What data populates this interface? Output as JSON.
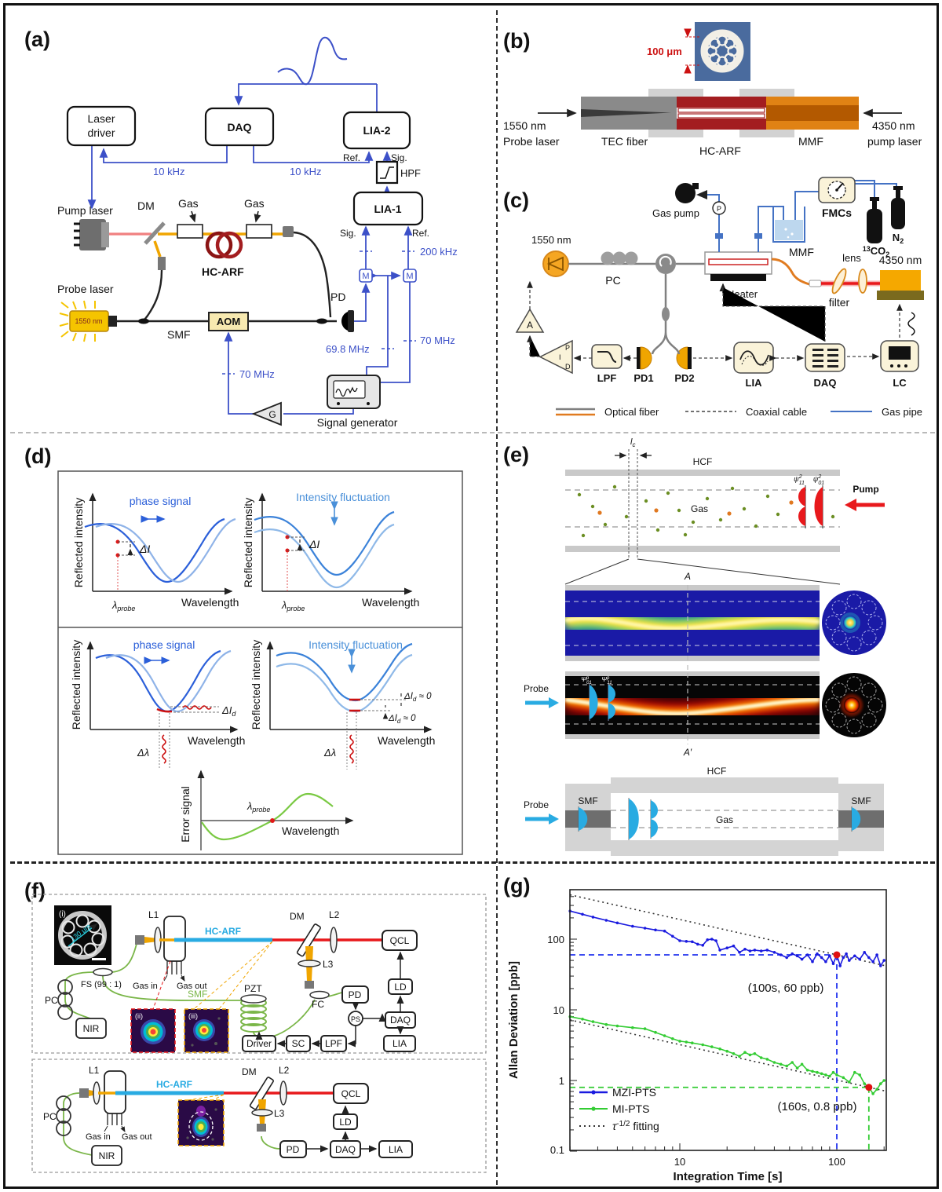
{
  "panel_a": {
    "tag": "(a)",
    "laser_driver_1": "Laser",
    "laser_driver_2": "driver",
    "daq": "DAQ",
    "lia2": "LIA-2",
    "hpf": "HPF",
    "lia1": "LIA-1",
    "ref": "Ref.",
    "sig": "Sig.",
    "khz10_left": "10 kHz",
    "khz10_right": "10 kHz",
    "khz200": "200 kHz",
    "mhz70_right": "70 MHz",
    "mhz70_left": "70 MHz",
    "mhz698": "69.8 MHz",
    "pump_laser": "Pump laser",
    "dm": "DM",
    "gas1": "Gas",
    "gas2": "Gas",
    "hc_arf": "HC-ARF",
    "probe_laser": "Probe laser",
    "nm1550": "1550 nm",
    "smf": "SMF",
    "aom": "AOM",
    "pd": "PD",
    "mixer1": "M",
    "mixer2": "M",
    "g_amp": "G",
    "signal_generator": "Signal generator"
  },
  "panel_b": {
    "tag": "(b)",
    "scale": "100 μm",
    "probe_1": "1550 nm",
    "probe_2": "Probe laser",
    "tec": "TEC fiber",
    "hc_arf": "HC-ARF",
    "mmf": "MMF",
    "pump_1": "4350 nm",
    "pump_2": "pump laser"
  },
  "panel_c": {
    "tag": "(c)",
    "nm1550": "1550 nm",
    "pc": "PC",
    "gas_pump": "Gas pump",
    "p_gauge": "P",
    "fmcs": "FMCs",
    "co2_sup": "13",
    "co2_base": "CO",
    "co2_sub": "2",
    "n2_base": "N",
    "n2_sub": "2",
    "heater": "Heater",
    "mmf": "MMF",
    "lens": "lens",
    "filter": "filter",
    "nm4350": "4350 nm",
    "amp": "A",
    "pid_p": "P",
    "pid_i": "I",
    "pid_d": "D",
    "lpf": "LPF",
    "pd1": "PD1",
    "pd2": "PD2",
    "lia": "LIA",
    "daq": "DAQ",
    "lc": "LC",
    "legend_fiber": "Optical fiber",
    "legend_coax": "Coaxial cable",
    "legend_gas": "Gas pipe"
  },
  "panel_d": {
    "tag": "(d)",
    "reflected_intensity": "Reflected intensity",
    "wavelength": "Wavelength",
    "phase_signal": "phase signal",
    "intensity_fluctuation": "Intensity fluctuation",
    "delta_i": "ΔI",
    "lambda": "λ",
    "probe_sub": "probe",
    "delta_id": "ΔI",
    "d_sub": "d",
    "approx_zero": " ≈ 0",
    "delta_lambda": "Δλ",
    "error_signal": "Error signal"
  },
  "panel_e": {
    "tag": "(e)",
    "hcf_top": "HCF",
    "hcf_bottom": "HCF",
    "gas_top": "Gas",
    "gas_bottom": "Gas",
    "lc_base": "l",
    "lc_sub": "c",
    "psi": "ψ",
    "sup2": "2",
    "sub11": "11",
    "sub01": "01",
    "psi_cap": "Ψ",
    "sup_p": "p",
    "pump": "Pump",
    "a": "A",
    "a_prime": "A′",
    "probe_mid": "Probe",
    "probe_bottom": "Probe",
    "smf_left": "SMF",
    "smf_right": "SMF"
  },
  "panel_f": {
    "tag": "(f)",
    "i": "(i)",
    "ii": "(ii)",
    "iii": "(iii)",
    "um130": "130 μm",
    "pc_top": "PC",
    "pc_bottom": "PC",
    "fs": "FS (99 : 1)",
    "nir_top": "NIR",
    "nir_bottom": "NIR",
    "l1_top": "L1",
    "l1_bottom": "L1",
    "l2_top": "L2",
    "l2_bottom": "L2",
    "l3_top": "L3",
    "l3_bottom": "L3",
    "gas_in_top": "Gas in",
    "gas_out_top": "Gas out",
    "gas_in_bottom": "Gas in",
    "gas_out_bottom": "Gas out",
    "hc_arf_top": "HC-ARF",
    "hc_arf_bottom": "HC-ARF",
    "dm_top": "DM",
    "dm_bottom": "DM",
    "qcl_top": "QCL",
    "qcl_bottom": "QCL",
    "pzt": "PZT",
    "fc": "FC",
    "pd_top": "PD",
    "pd_bottom": "PD",
    "ps": "PS",
    "ld_top": "LD",
    "ld_bottom": "LD",
    "daq_top": "DAQ",
    "daq_bottom": "DAQ",
    "lia_top": "LIA",
    "lia_bottom": "LIA",
    "driver": "Driver",
    "sc": "SC",
    "lpf": "LPF",
    "smf": "SMF"
  },
  "panel_g": {
    "tag": "(g)"
  },
  "chart_data": {
    "type": "line",
    "xlabel": "Integration Time [s]",
    "ylabel": "Allan Deviation [ppb]",
    "x_scale": "log",
    "y_scale": "log",
    "xlim": [
      2,
      204
    ],
    "ylim": [
      0.1,
      500
    ],
    "x_ticks": [
      "10",
      "100"
    ],
    "y_ticks": [
      "100",
      "10",
      "1",
      "0.1"
    ],
    "grid": false,
    "legend_position": "lower left",
    "fit_label": {
      "base": "τ",
      "sup": "-1/2",
      "rest": " fitting"
    },
    "series": [
      {
        "name": "MZI-PTS",
        "color": "#1a1adf",
        "points": [
          [
            2,
            250
          ],
          [
            2.4,
            225
          ],
          [
            2.8,
            205
          ],
          [
            3.4,
            185
          ],
          [
            4,
            170
          ],
          [
            5,
            152
          ],
          [
            6,
            143
          ],
          [
            7,
            135
          ],
          [
            8,
            130
          ],
          [
            9,
            110
          ],
          [
            10,
            95
          ],
          [
            11,
            93
          ],
          [
            12,
            92
          ],
          [
            13,
            85
          ],
          [
            14,
            82
          ],
          [
            15,
            98
          ],
          [
            16,
            100
          ],
          [
            17,
            95
          ],
          [
            18,
            70
          ],
          [
            20,
            75
          ],
          [
            22,
            80
          ],
          [
            24,
            65
          ],
          [
            26,
            72
          ],
          [
            28,
            68
          ],
          [
            30,
            70
          ],
          [
            33,
            68
          ],
          [
            36,
            70
          ],
          [
            40,
            65
          ],
          [
            44,
            60
          ],
          [
            48,
            55
          ],
          [
            52,
            62
          ],
          [
            56,
            58
          ],
          [
            60,
            52
          ],
          [
            65,
            60
          ],
          [
            70,
            48
          ],
          [
            75,
            62
          ],
          [
            80,
            55
          ],
          [
            85,
            48
          ],
          [
            90,
            58
          ],
          [
            95,
            45
          ],
          [
            100,
            60
          ],
          [
            105,
            42
          ],
          [
            110,
            55
          ],
          [
            115,
            62
          ],
          [
            120,
            50
          ],
          [
            130,
            58
          ],
          [
            140,
            52
          ],
          [
            150,
            65
          ],
          [
            160,
            55
          ],
          [
            170,
            48
          ],
          [
            180,
            60
          ],
          [
            190,
            42
          ],
          [
            200,
            50
          ]
        ]
      },
      {
        "name": "MI-PTS",
        "color": "#33cc33",
        "points": [
          [
            2,
            8
          ],
          [
            2.4,
            7.4
          ],
          [
            2.8,
            6.8
          ],
          [
            3.4,
            6.2
          ],
          [
            4,
            5.9
          ],
          [
            5,
            5.6
          ],
          [
            6,
            5.4
          ],
          [
            7,
            4.8
          ],
          [
            8,
            4.3
          ],
          [
            9,
            3.9
          ],
          [
            10,
            3.6
          ],
          [
            11,
            3.5
          ],
          [
            12,
            3.4
          ],
          [
            14,
            3.2
          ],
          [
            16,
            3.0
          ],
          [
            18,
            2.8
          ],
          [
            20,
            2.6
          ],
          [
            22,
            2.4
          ],
          [
            24,
            2.2
          ],
          [
            26,
            2.5
          ],
          [
            28,
            2.3
          ],
          [
            30,
            2.4
          ],
          [
            33,
            2.1
          ],
          [
            36,
            2.0
          ],
          [
            40,
            1.8
          ],
          [
            44,
            1.7
          ],
          [
            48,
            1.6
          ],
          [
            52,
            1.8
          ],
          [
            56,
            1.5
          ],
          [
            60,
            1.7
          ],
          [
            65,
            1.4
          ],
          [
            70,
            1.35
          ],
          [
            75,
            1.3
          ],
          [
            80,
            1.25
          ],
          [
            85,
            1.2
          ],
          [
            90,
            1.15
          ],
          [
            95,
            1.3
          ],
          [
            100,
            1.2
          ],
          [
            110,
            1.1
          ],
          [
            120,
            0.95
          ],
          [
            130,
            1.3
          ],
          [
            140,
            1.2
          ],
          [
            150,
            0.9
          ],
          [
            160,
            0.8
          ],
          [
            170,
            0.65
          ],
          [
            180,
            0.75
          ],
          [
            190,
            0.9
          ],
          [
            200,
            1.0
          ]
        ]
      }
    ],
    "fits": [
      {
        "color": "#333333",
        "from": [
          2,
          424
        ],
        "to": [
          204,
          42
        ]
      },
      {
        "color": "#333333",
        "from": [
          2,
          7.2
        ],
        "to": [
          204,
          0.71
        ]
      }
    ],
    "highlights": [
      {
        "tau": 100,
        "value": 60,
        "label": "(100s, 60 ppb)",
        "color": "#2233ee"
      },
      {
        "tau": 160,
        "value": 0.8,
        "label": "(160s, 0.8 ppb)",
        "color": "#33cc33"
      }
    ]
  }
}
